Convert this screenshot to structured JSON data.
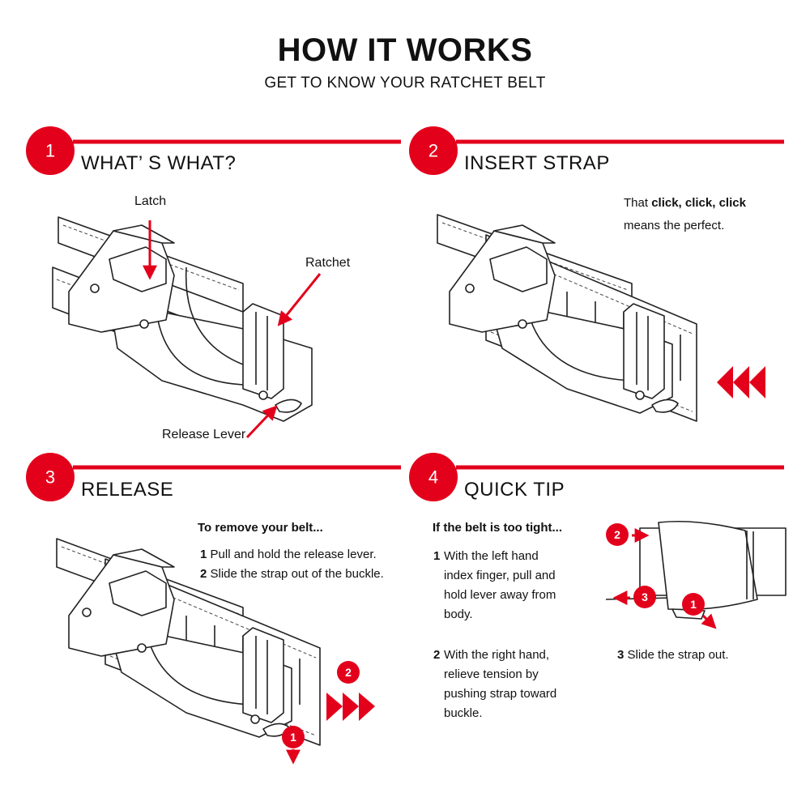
{
  "header": {
    "title": "HOW IT WORKS",
    "subtitle": "GET TO KNOW YOUR RATCHET BELT"
  },
  "colors": {
    "accent": "#e3001b",
    "ink": "#222222"
  },
  "steps": [
    {
      "number": "1",
      "title": "WHAT’ S WHAT?",
      "callouts": {
        "latch": "Latch",
        "ratchet": "Ratchet",
        "release_lever": "Release Lever"
      }
    },
    {
      "number": "2",
      "title": "INSERT STRAP",
      "note_prefix": "That ",
      "note_bold": "click, click, click",
      "note_line2": "means the perfect."
    },
    {
      "number": "3",
      "title": "RELEASE",
      "heading": "To remove your belt...",
      "items": [
        {
          "num": "1",
          "text": "Pull and hold the release lever."
        },
        {
          "num": "2",
          "text": "Slide the strap out of the buckle."
        }
      ],
      "markers": [
        "2",
        "1"
      ]
    },
    {
      "number": "4",
      "title": "QUICK TIP",
      "heading": "If the belt is too tight...",
      "item1_num": "1",
      "item1_lines": [
        "With the left hand",
        "index finger, pull and",
        "hold lever away from",
        "body."
      ],
      "item2_num": "2",
      "item2_lines": [
        "With the right hand,",
        "relieve tension by",
        "pushing strap toward",
        "buckle."
      ],
      "item3_num": "3",
      "item3_text": "Slide the strap out.",
      "markers": [
        "2",
        "3",
        "1"
      ]
    }
  ]
}
